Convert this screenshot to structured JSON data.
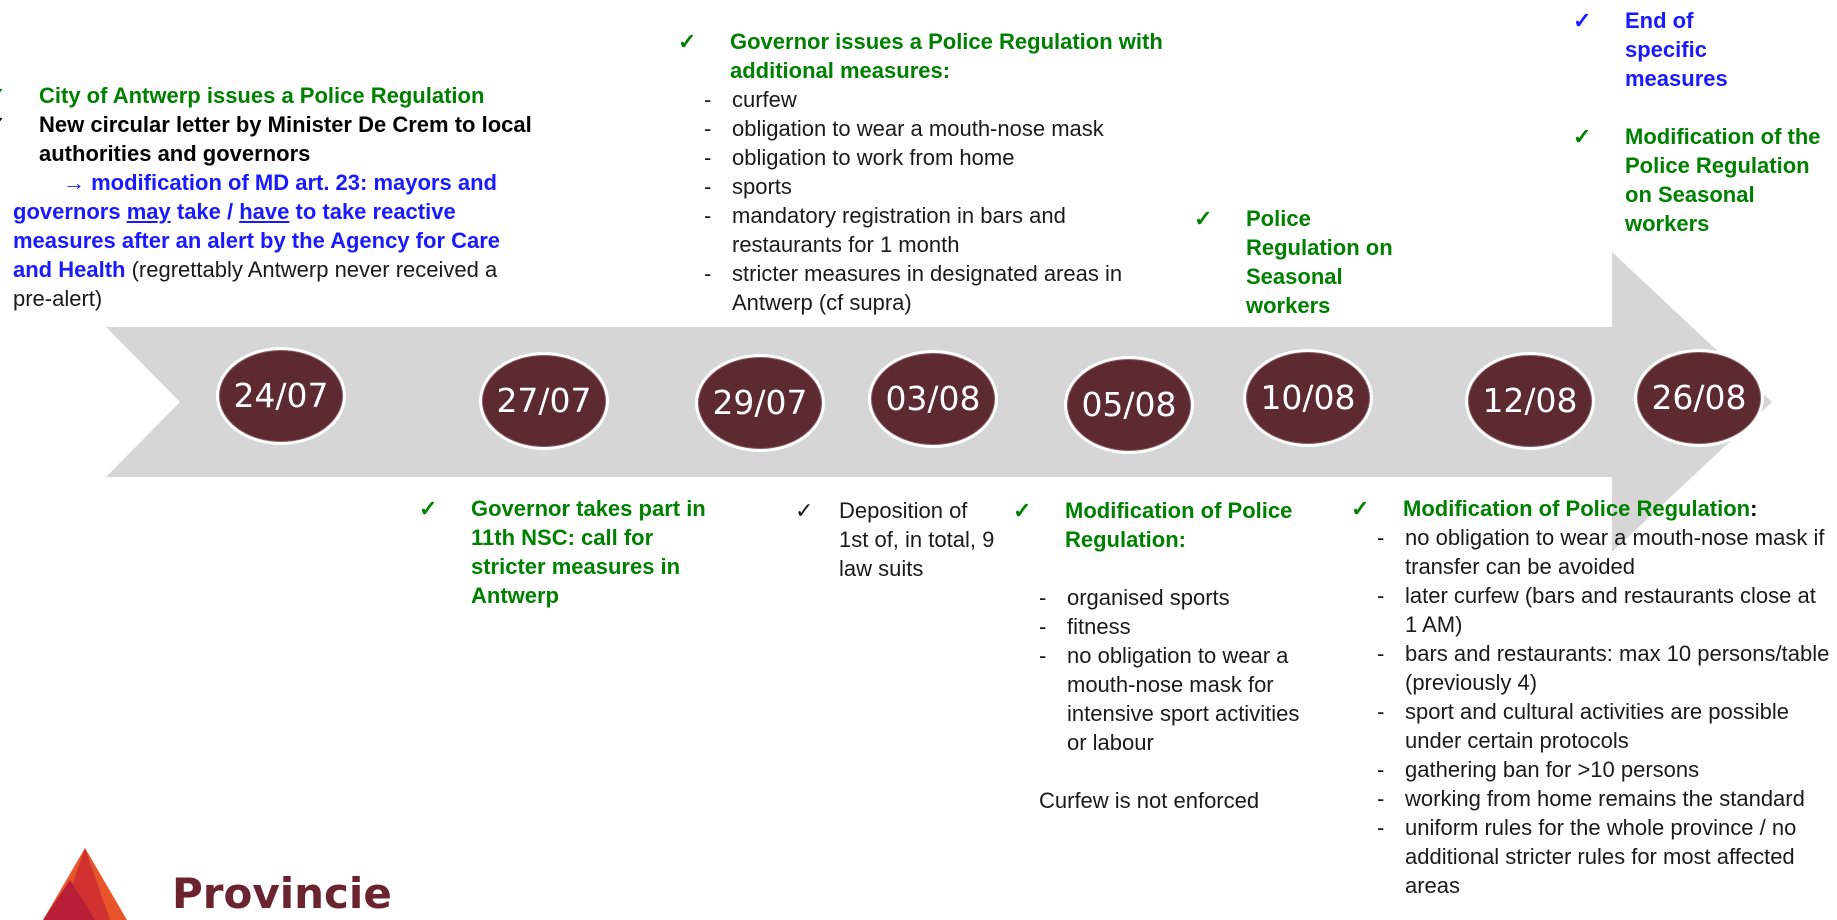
{
  "timeline": {
    "arrow_color": "#d6d6d6",
    "date_color": "#5e2a31",
    "dates": [
      "24/07",
      "27/07",
      "29/07",
      "03/08",
      "05/08",
      "10/08",
      "12/08",
      "26/08"
    ]
  },
  "top_notes": {
    "n2407": {
      "line1": "City of Antwerp issues a Police Regulation",
      "line2": "New circular letter by Minister De Crem to local authorities and governors",
      "arrow": "→",
      "blue_a": " modification of MD art. 23: mayors and governors ",
      "may": "may",
      "blue_b": " take / ",
      "have": "have",
      "blue_c": " to take reactive measures after an alert by the Agency for Care and Health",
      "plain": " (regrettably Antwerp never received a pre-alert)"
    },
    "n2907": {
      "title": "Governor issues a Police Regulation with additional measures:",
      "items": [
        "curfew",
        "obligation to wear a mouth-nose mask",
        "obligation to work from home",
        "sports",
        "mandatory registration in bars and restaurants for 1 month",
        "stricter measures in designated areas in Antwerp (cf supra)"
      ]
    },
    "n1008": {
      "title": "Police Regulation on Seasonal workers"
    },
    "n2608": {
      "title1": "End of specific measures",
      "title2": "Modification of the Police Regulation on Seasonal workers"
    }
  },
  "bottom_notes": {
    "n2707": {
      "title": "Governor takes part in 11th NSC: call for stricter measures in Antwerp"
    },
    "n0308": {
      "text": "Deposition of 1st of, in total, 9 law suits"
    },
    "n0508": {
      "title": "Modification of Police Regulation:",
      "items": [
        "organised sports",
        "fitness",
        "no obligation to wear a mouth-nose mask for intensive sport activities or labour"
      ],
      "footer": "Curfew is not enforced"
    },
    "n1208": {
      "title": "Modification of Police Regulation",
      "colon": ":",
      "items": [
        "no obligation to wear a mouth-nose mask if transfer can be avoided",
        "later curfew (bars and restaurants close at 1 AM)",
        "bars and restaurants: max 10 persons/table (previously 4)",
        "sport and cultural activities are possible under certain protocols",
        "gathering ban for >10 persons",
        "working from home remains the standard",
        "uniform rules for the whole province / no additional stricter rules for most affected areas"
      ]
    }
  },
  "logo": {
    "text": "Provincie",
    "color": "#6b2330",
    "icon": "province-antwerp-logo-icon"
  },
  "check_glyph": "✓"
}
